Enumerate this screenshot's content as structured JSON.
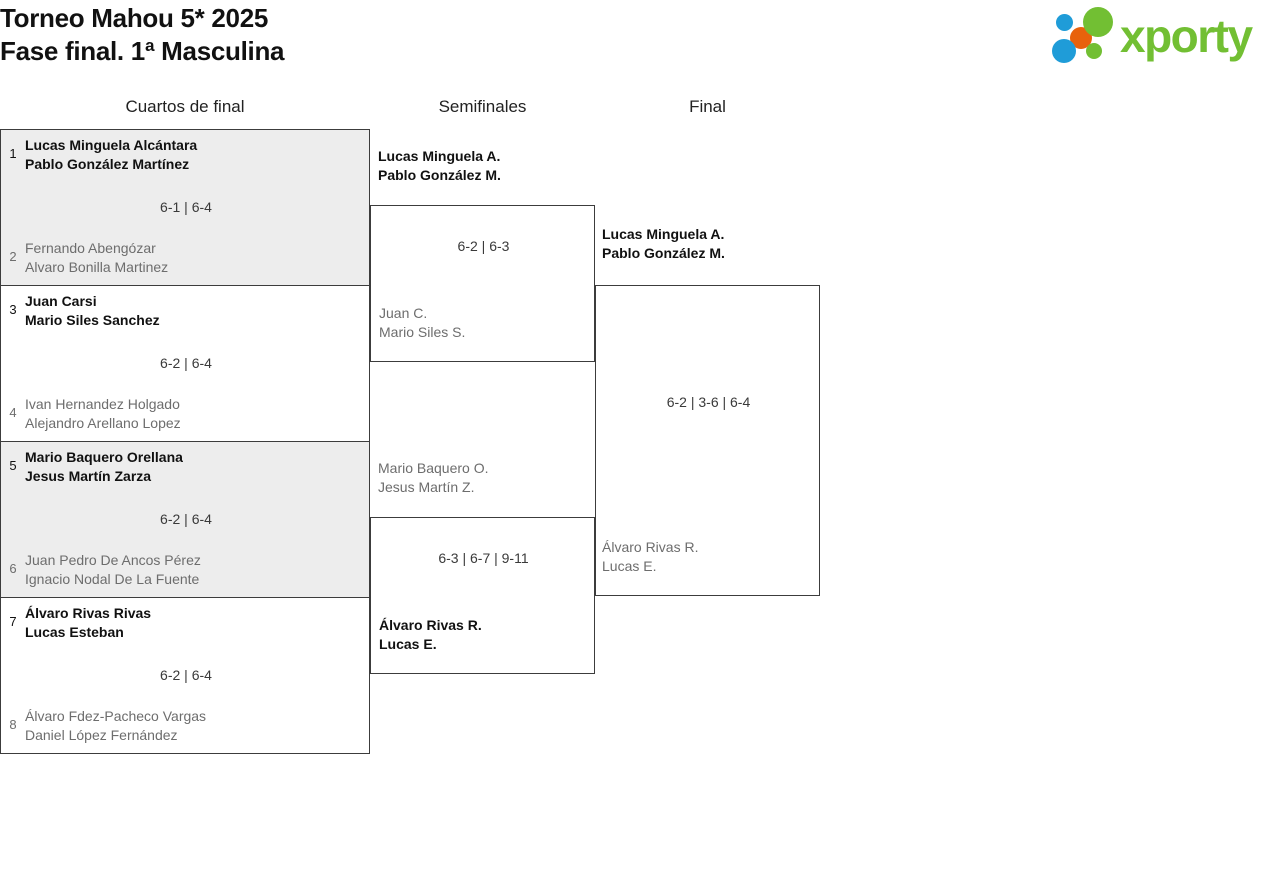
{
  "header": {
    "title_line1": "Torneo Mahou 5* 2025",
    "title_line2": "Fase final. 1ª Masculina"
  },
  "logo": {
    "wordmark": "xporty",
    "colors": {
      "green": "#72bf33",
      "blue": "#1f9cd8",
      "orange": "#e8620c"
    }
  },
  "rounds": [
    {
      "label": "Cuartos de final"
    },
    {
      "label": "Semifinales"
    },
    {
      "label": "Final"
    }
  ],
  "quarterfinals": [
    {
      "score": "6-1 | 6-4",
      "top": {
        "seed": "1",
        "player1": "Lucas Minguela Alcántara",
        "player2": "Pablo González Martínez",
        "result": "winner"
      },
      "bottom": {
        "seed": "2",
        "player1": "Fernando Abengózar",
        "player2": "Alvaro Bonilla Martinez",
        "result": "loser"
      }
    },
    {
      "score": "6-2 | 6-4",
      "top": {
        "seed": "3",
        "player1": "Juan Carsi",
        "player2": "Mario Siles Sanchez",
        "result": "winner"
      },
      "bottom": {
        "seed": "4",
        "player1": "Ivan Hernandez Holgado",
        "player2": "Alejandro Arellano Lopez",
        "result": "loser"
      }
    },
    {
      "score": "6-2 | 6-4",
      "top": {
        "seed": "5",
        "player1": "Mario Baquero Orellana",
        "player2": "Jesus Martín Zarza",
        "result": "winner"
      },
      "bottom": {
        "seed": "6",
        "player1": "Juan Pedro De Ancos Pérez",
        "player2": "Ignacio Nodal De La Fuente",
        "result": "loser"
      }
    },
    {
      "score": "6-2 | 6-4",
      "top": {
        "seed": "7",
        "player1": "Álvaro Rivas Rivas",
        "player2": "Lucas Esteban",
        "result": "winner"
      },
      "bottom": {
        "seed": "8",
        "player1": "Álvaro Fdez-Pacheco Vargas",
        "player2": "Daniel López Fernández",
        "result": "loser"
      }
    }
  ],
  "semifinals": [
    {
      "score": "6-2 | 6-3",
      "top": {
        "player1": "Lucas Minguela A.",
        "player2": "Pablo González M.",
        "result": "winner"
      },
      "bottom": {
        "player1": "Juan C.",
        "player2": "Mario Siles S.",
        "result": "loser"
      }
    },
    {
      "score": "6-3 | 6-7 | 9-11",
      "top": {
        "player1": "Mario Baquero O.",
        "player2": "Jesus Martín Z.",
        "result": "loser"
      },
      "bottom": {
        "player1": "Álvaro Rivas R.",
        "player2": "Lucas E.",
        "result": "winner"
      }
    }
  ],
  "final": {
    "score": "6-2 | 3-6 | 6-4",
    "top": {
      "player1": "Lucas Minguela A.",
      "player2": "Pablo González M.",
      "result": "winner"
    },
    "bottom": {
      "player1": "Álvaro Rivas R.",
      "player2": "Lucas E.",
      "result": "loser"
    }
  }
}
